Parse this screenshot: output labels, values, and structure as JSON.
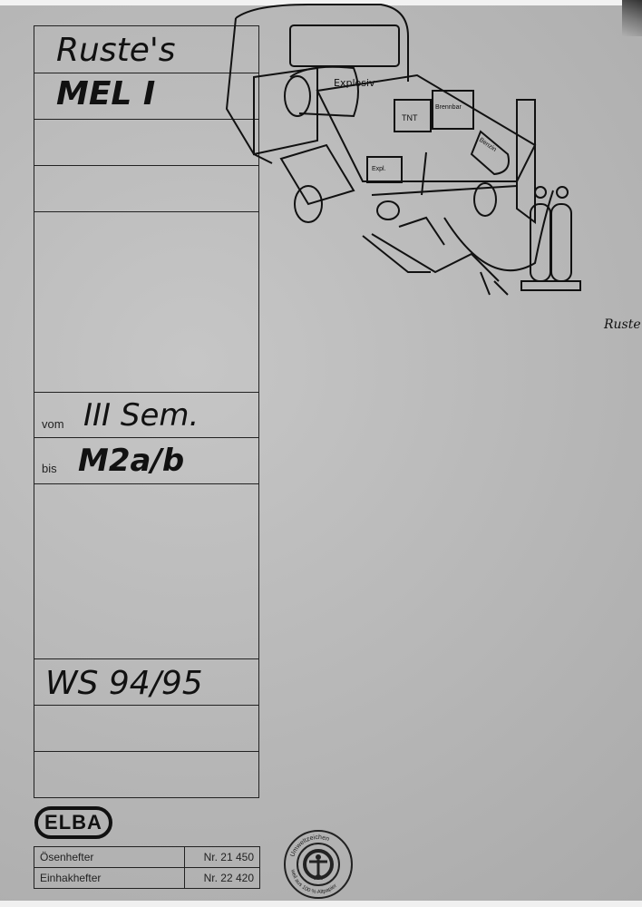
{
  "form": {
    "title_line1": "Ruste's",
    "title_line2": "MEL I",
    "vom_label": "vom",
    "vom_value": "III Sem.",
    "bis_label": "bis",
    "bis_value": "M2a/b",
    "semester": "WS 94/95"
  },
  "brand": {
    "logo": "ELBA"
  },
  "products": [
    {
      "name": "Ösenhefter",
      "number": "Nr. 21 450"
    },
    {
      "name": "Einhakhefter",
      "number": "Nr. 22 420"
    }
  ],
  "seal": {
    "top_text": "Umweltzeichen",
    "bottom_text": "weil aus 100 % Altpapier"
  },
  "drawing": {
    "labels": [
      "Explosiv",
      "TNT",
      "Brennbar",
      "Benzin",
      "Expl."
    ],
    "signature": "Ruste"
  }
}
